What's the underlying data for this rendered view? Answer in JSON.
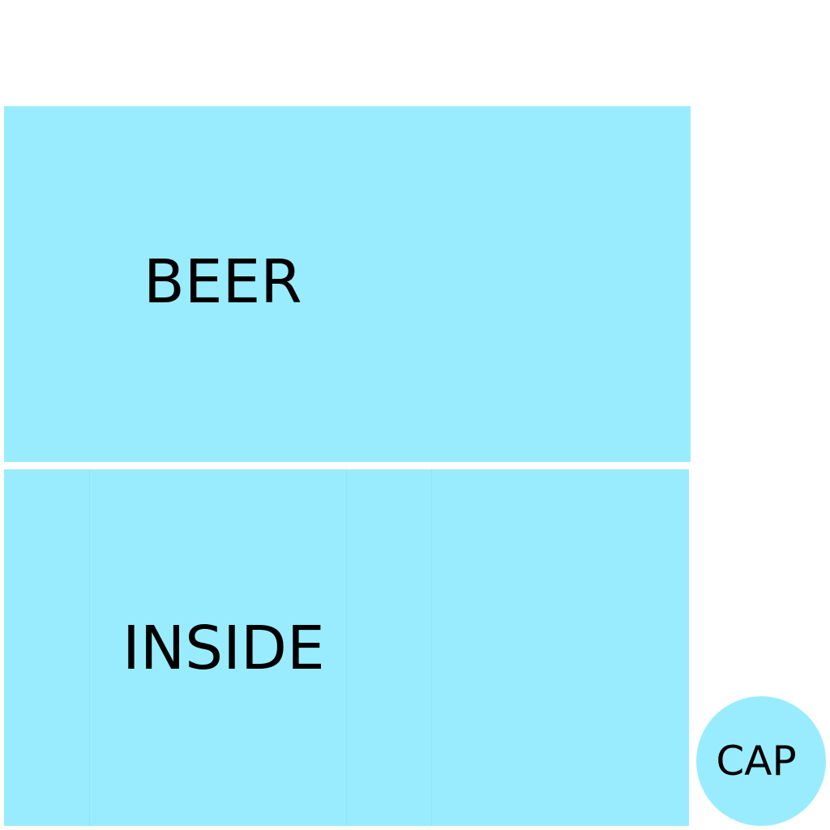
{
  "diagram": {
    "beer_label": "BEER",
    "inside_label": "INSIDE",
    "cap_label": "CAP"
  },
  "colors": {
    "panel_fill": "#99ecfd",
    "background": "#ffffff",
    "text": "#000000"
  }
}
